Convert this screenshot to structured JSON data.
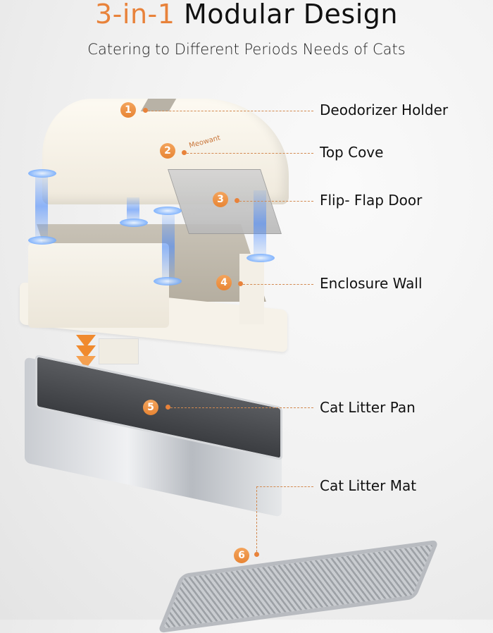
{
  "header": {
    "title_accent": "3-in-1",
    "title_rest": " Modular Design",
    "subtitle": "Catering to Different Periods Needs of Cats"
  },
  "brand_mark": "Meowant",
  "colors": {
    "accent": "#e8823a",
    "text": "#111111",
    "glow": "#3d8bff"
  },
  "parts": [
    {
      "number": "1",
      "label": "Deodorizer Holder"
    },
    {
      "number": "2",
      "label": "Top Cove"
    },
    {
      "number": "3",
      "label": "Flip- Flap Door"
    },
    {
      "number": "4",
      "label": "Enclosure Wall"
    },
    {
      "number": "5",
      "label": "Cat Litter Pan"
    },
    {
      "number": "6",
      "label": "Cat Litter Mat"
    }
  ]
}
